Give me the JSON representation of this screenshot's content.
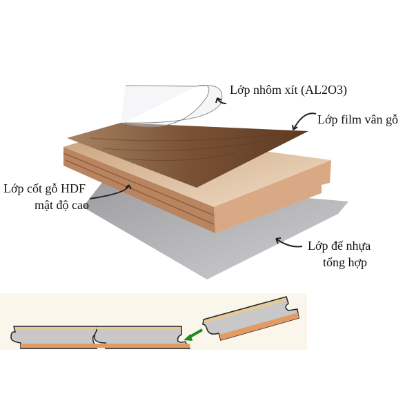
{
  "labels": {
    "alumina": "Lớp nhôm xít (AL2O3)",
    "film": "Lớp film vân gỗ",
    "hdf_line1": "Lớp cốt gỗ HDF",
    "hdf_line2": "mật độ cao",
    "base_line1": "Lớp đế nhựa",
    "base_line2": "tổng hợp"
  },
  "colors": {
    "film": "#7a5235",
    "board_top": "#e6c9a8",
    "board_side": "#b98460",
    "base": "#b5b5b8",
    "arrow_green": "#1e8a1e"
  }
}
